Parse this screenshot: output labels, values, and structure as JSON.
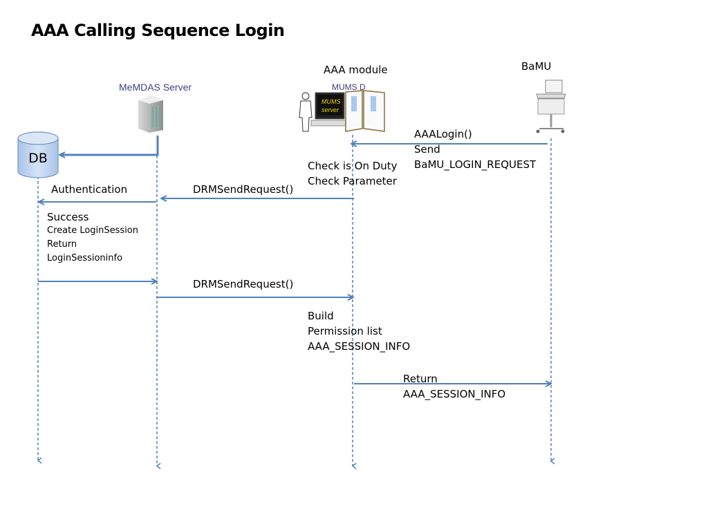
{
  "title": "AAA Calling Sequence Login",
  "actors": {
    "db": {
      "label": "DB",
      "icon": "database-icon"
    },
    "memdas": {
      "label": "MeMDAS Server",
      "icon": "server-tower-icon"
    },
    "aaa": {
      "label": "AAA module",
      "sublabel": "MUMS D",
      "screen_text": "MUMS server",
      "icon": "doctor-server-icon"
    },
    "bamu": {
      "label": "BaMU",
      "icon": "medical-cart-icon"
    }
  },
  "messages": [
    {
      "from": "bamu",
      "to": "aaa",
      "label": "AAALogin()\nSend\nBaMU_LOGIN_REQUEST"
    },
    {
      "from": "memdas",
      "to": "db",
      "label": ""
    },
    {
      "from": "aaa",
      "to": "memdas",
      "label": "DRMSendRequest()"
    },
    {
      "from": "memdas",
      "to": "db",
      "label": "Authentication"
    },
    {
      "from": "db",
      "to": "memdas",
      "label": ""
    },
    {
      "from": "memdas",
      "to": "aaa",
      "label": "DRMSendRequest()"
    },
    {
      "from": "aaa",
      "to": "bamu",
      "label": "Return\nAAA_SESSION_INFO"
    }
  ],
  "notes": {
    "aaa_check": "Check is On Duty\nCheck Parameter",
    "db_success": "Success",
    "db_details": "Create LoginSession\nReturn\nLoginSessioninfo",
    "aaa_build": "Build\nPermission list\nAAA_SESSION_INFO"
  },
  "colors": {
    "line": "#4f81bd",
    "db_fill": "#c6d9f1",
    "db_stroke": "#6f93c6"
  }
}
